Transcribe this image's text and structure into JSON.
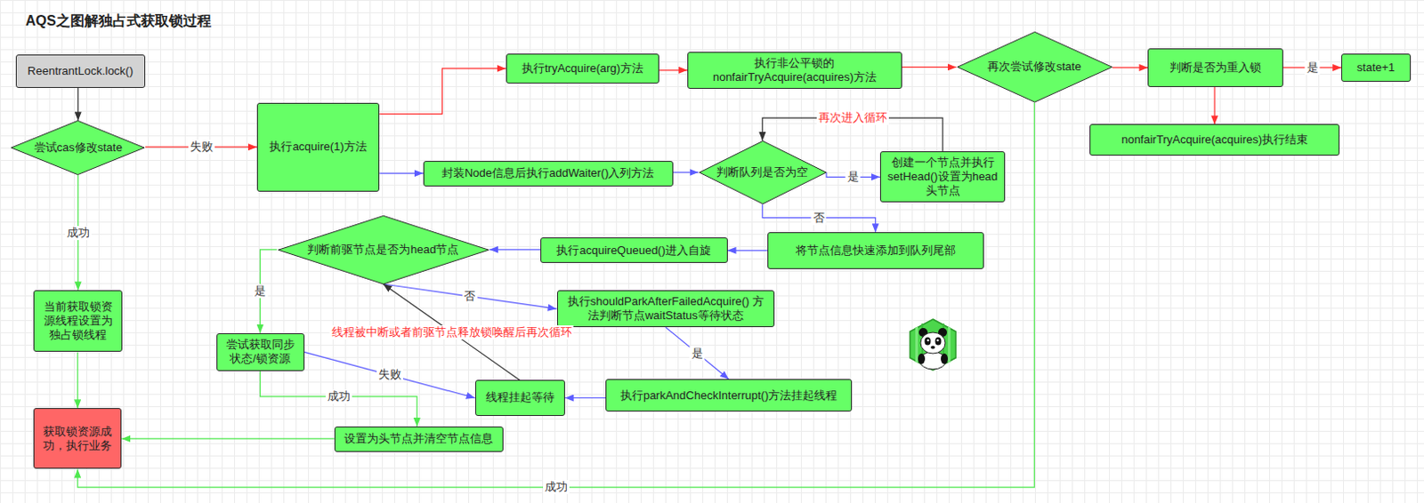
{
  "diagram": {
    "title": "AQS之图解独占式获取锁过程",
    "nodes": [
      {
        "text": [
          "ReentrantLock.lock()"
        ]
      },
      {
        "text": [
          "尝试cas修改state"
        ]
      },
      {
        "text": [
          "执行acquire(1)方法"
        ]
      },
      {
        "text": [
          "执行tryAcquire(arg)方法"
        ]
      },
      {
        "text": [
          "执行非公平锁的 nonfairTryAcquire(acquires)方法"
        ]
      },
      {
        "text": [
          "再次尝试修改state"
        ]
      },
      {
        "text": [
          "判断是否为重入锁"
        ]
      },
      {
        "text": [
          "state+1"
        ]
      },
      {
        "text": [
          "nonfairTryAcquire(acquires)执行结束"
        ]
      },
      {
        "text": [
          "封装Node信息后执行addWaiter()入列方法"
        ]
      },
      {
        "text": [
          "判断队列是否为空"
        ]
      },
      {
        "text": [
          "创建一个节点并执行setHead()设置为head头节点"
        ]
      },
      {
        "text": [
          "将节点信息快速添加到队列尾部"
        ]
      },
      {
        "text": [
          "执行acquireQueued()进入自旋"
        ]
      },
      {
        "text": [
          "判断前驱节点是否为head节点"
        ]
      },
      {
        "text": [
          "执行shouldParkAfterFailedAcquire() 方法判断节点waitStatus等待状态"
        ]
      },
      {
        "text": [
          "当前获取锁资源线程设置为独占锁线程"
        ]
      },
      {
        "text": [
          "尝试获取同步状态/锁资源"
        ]
      },
      {
        "text": [
          "线程挂起等待"
        ]
      },
      {
        "text": [
          "执行parkAndCheckInterrupt()方法挂起线程"
        ]
      },
      {
        "text": [
          "获取锁资源成功，执行业务"
        ]
      },
      {
        "text": [
          "设置为头节点并清空节点信息"
        ]
      }
    ],
    "edges": [
      {
        "from": 0,
        "to": 1,
        "arrow": "to"
      },
      {
        "from": 1,
        "to": 2,
        "label": "失败",
        "arrow": "to"
      },
      {
        "from": 1,
        "to": 16,
        "label": "成功",
        "arrow": "to"
      },
      {
        "from": 2,
        "to": 3,
        "arrow": "to"
      },
      {
        "from": 3,
        "to": 4,
        "arrow": "to"
      },
      {
        "from": 4,
        "to": 5,
        "arrow": "to"
      },
      {
        "from": 5,
        "to": 6,
        "arrow": "to"
      },
      {
        "from": 6,
        "to": 7,
        "label": "是",
        "arrow": "to"
      },
      {
        "from": 6,
        "to": 8,
        "arrow": "to"
      },
      {
        "from": 5,
        "to": 20,
        "label": "成功",
        "arrow": "to"
      },
      {
        "from": 2,
        "to": 9,
        "arrow": "to"
      },
      {
        "from": 9,
        "to": 10,
        "arrow": "to"
      },
      {
        "from": 10,
        "to": 11,
        "label": "是",
        "arrow": "to"
      },
      {
        "from": 11,
        "to": 10,
        "label": "再次进入循环",
        "arrow": "to"
      },
      {
        "from": 10,
        "to": 12,
        "label": "否",
        "arrow": "to"
      },
      {
        "from": 12,
        "to": 13,
        "arrow": "to"
      },
      {
        "from": 13,
        "to": 14,
        "arrow": "to"
      },
      {
        "from": 14,
        "to": 17,
        "label": "是",
        "arrow": "to"
      },
      {
        "from": 14,
        "to": 15,
        "label": "否",
        "arrow": "to"
      },
      {
        "from": 15,
        "to": 19,
        "label": "是",
        "arrow": "to"
      },
      {
        "from": 19,
        "to": 18,
        "arrow": "to"
      },
      {
        "from": 18,
        "to": 14,
        "label": "线程被中断或者前驱节点释放锁唤醒后再次循环",
        "arrow": "to"
      },
      {
        "from": 17,
        "to": 18,
        "label": "失败",
        "arrow": "to"
      },
      {
        "from": 17,
        "to": 21,
        "label": "成功",
        "arrow": "to"
      },
      {
        "from": 21,
        "to": 20,
        "arrow": "to"
      },
      {
        "from": 16,
        "to": 20,
        "arrow": "to"
      }
    ]
  }
}
